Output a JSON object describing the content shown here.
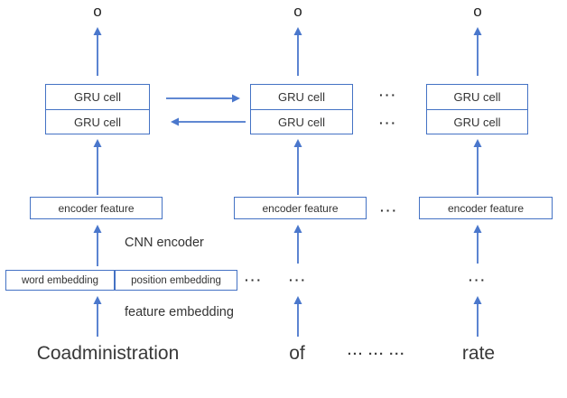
{
  "figure": {
    "output_symbol": "o",
    "gru_cell": "GRU cell",
    "encoder_feature": "encoder feature",
    "cnn_encoder": "CNN encoder",
    "word_embedding": "word embedding",
    "position_embedding": "position embedding",
    "feature_embedding": "feature embedding",
    "ellipsis": "···",
    "sentence_ellipsis": "··· ··· ···",
    "input_words": [
      "Coadministration",
      "of",
      "rate"
    ],
    "colors": {
      "box_border": "#4472c4",
      "arrow": "#4a77cc",
      "text": "#333333"
    }
  }
}
